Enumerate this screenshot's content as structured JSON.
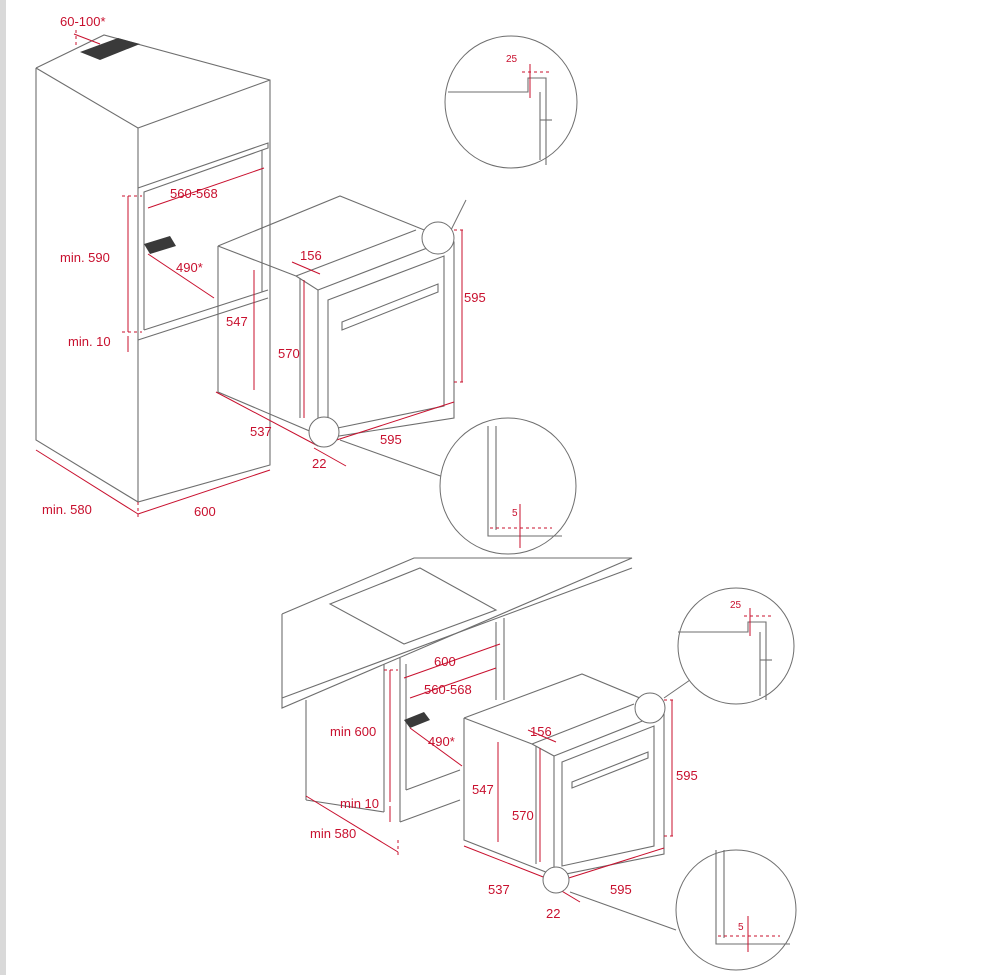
{
  "colors": {
    "dimension": "#c8102e",
    "outline": "#6e6e6e",
    "vent": "#3a3a3a"
  },
  "column_install": {
    "vent_gap": "60-100*",
    "niche_width": "560-568",
    "niche_height": "min. 590",
    "vent_depth": "490*",
    "base_gap": "min. 10",
    "cabinet_depth": "min. 580",
    "cabinet_width": "600",
    "oven_door_thickness": "156",
    "oven_body_height": "547",
    "oven_front_height": "570",
    "oven_height": "595",
    "oven_depth": "537",
    "oven_width": "595",
    "door_offset": "22",
    "detail_top_gap": "25",
    "detail_bottom_gap": "5"
  },
  "undercounter_install": {
    "counter_width": "600",
    "niche_width": "560-568",
    "niche_height": "min 600",
    "vent_depth": "490*",
    "base_gap": "min 10",
    "cabinet_depth": "min 580",
    "oven_door_thickness": "156",
    "oven_body_height": "547",
    "oven_front_height": "570",
    "oven_height": "595",
    "oven_depth": "537",
    "oven_width": "595",
    "door_offset": "22",
    "detail_top_gap": "25",
    "detail_bottom_gap": "5"
  }
}
